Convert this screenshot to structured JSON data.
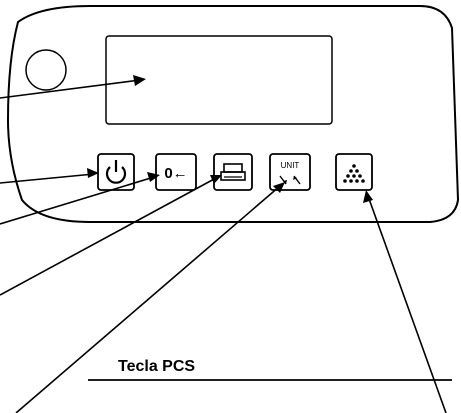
{
  "diagram": {
    "title": "",
    "caption": "Tecla PCS",
    "keys": [
      {
        "id": "power",
        "icon": "power-icon",
        "label": ""
      },
      {
        "id": "zero",
        "icon": "zero-arrow-icon",
        "label": "0←"
      },
      {
        "id": "print",
        "icon": "printer-icon",
        "label": ""
      },
      {
        "id": "unit",
        "icon": "unit-arrows-icon",
        "label": "UNIT"
      },
      {
        "id": "pcs",
        "icon": "pieces-triangle-icon",
        "label": ""
      }
    ]
  }
}
